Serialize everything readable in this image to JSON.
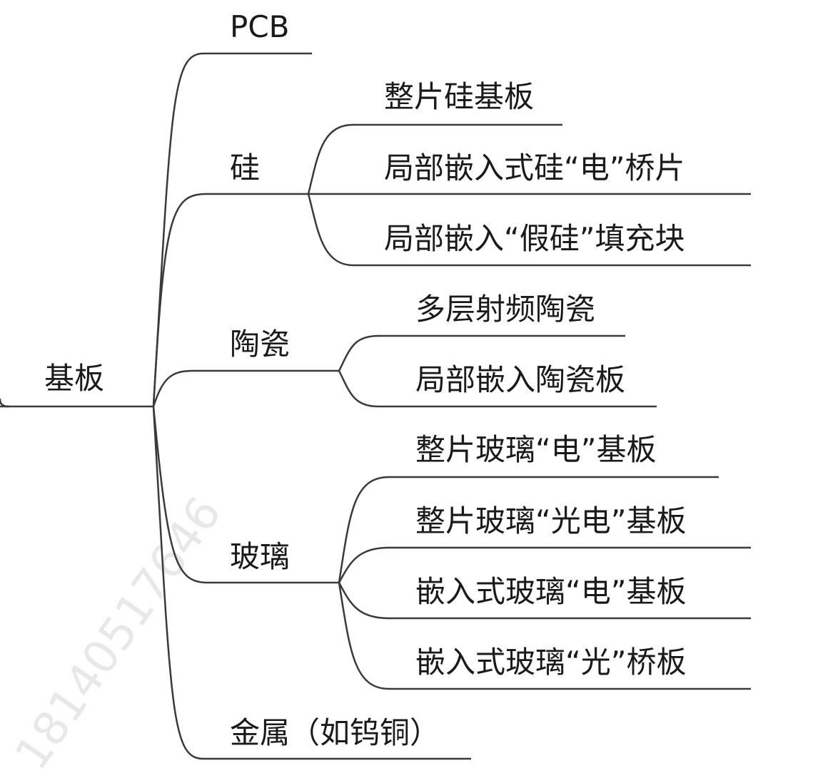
{
  "root": {
    "label": "基板"
  },
  "branches": [
    {
      "id": "pcb",
      "label": "PCB",
      "children": []
    },
    {
      "id": "si",
      "label": "硅",
      "children": [
        {
          "label": "整片硅基板"
        },
        {
          "label": "局部嵌入式硅“电”桥片"
        },
        {
          "label": "局部嵌入“假硅”填充块"
        }
      ]
    },
    {
      "id": "ceramic",
      "label": "陶瓷",
      "children": [
        {
          "label": "多层射频陶瓷"
        },
        {
          "label": "局部嵌入陶瓷板"
        }
      ]
    },
    {
      "id": "glass",
      "label": "玻璃",
      "children": [
        {
          "label": "整片玻璃“电”基板"
        },
        {
          "label": "整片玻璃“光电”基板"
        },
        {
          "label": "嵌入式玻璃“电”基板"
        },
        {
          "label": "嵌入式玻璃“光”桥板"
        }
      ]
    },
    {
      "id": "metal",
      "label": "金属（如钨铜）",
      "children": []
    }
  ],
  "watermark": "18140517646"
}
